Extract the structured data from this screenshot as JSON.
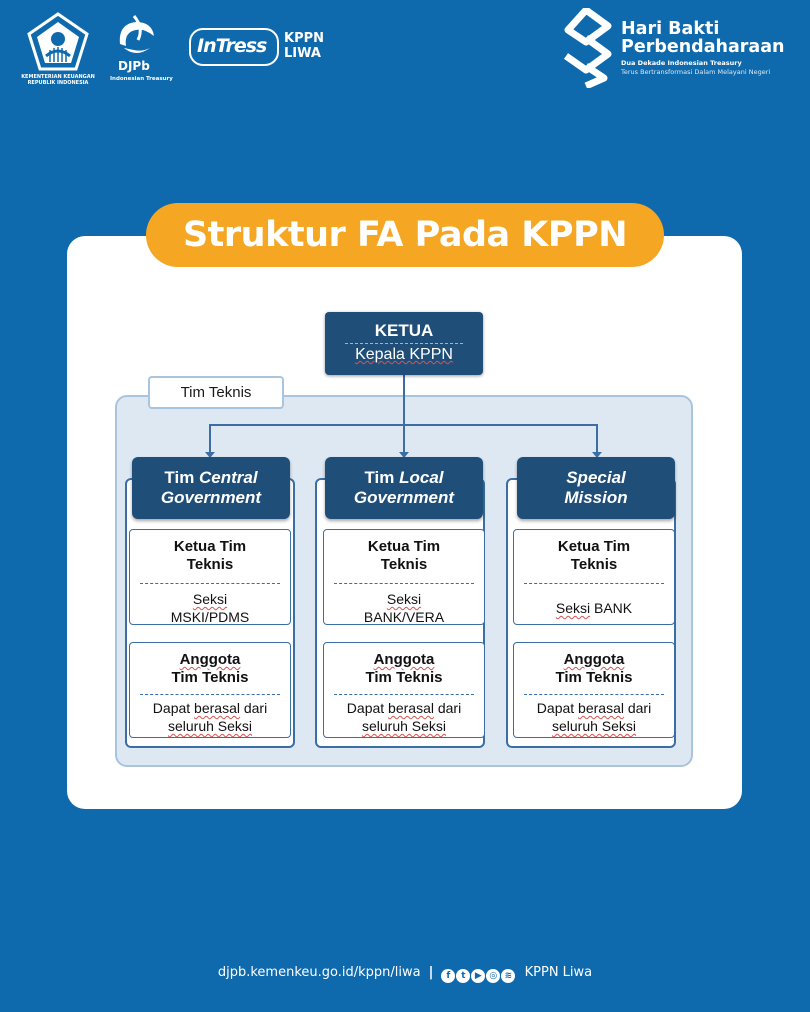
{
  "header": {
    "kemenkeu_text": "KEMENTERIAN KEUANGAN REPUBLIK INDONESIA",
    "djpb_name": "DJPb",
    "djpb_sub": "Indonesian Treasury",
    "intress_logo": "InTress",
    "kppn_label": "KPPN LIWA",
    "hbp_title": "Hari Bakti Perbendaharaan",
    "hbp_sub1": "Dua Dekade Indonesian Treasury",
    "hbp_sub2": "Terus Bertransformasi Dalam Melayani Negeri"
  },
  "title": "Struktur FA Pada KPPN",
  "diagram": {
    "ketua": {
      "title": "KETUA",
      "subtitle": "Kepala KPPN"
    },
    "team_label": "Tim Teknis",
    "columns": [
      {
        "head_plain": "Tim ",
        "head_italic": "Central Government",
        "ketua_title": "Ketua Tim Teknis",
        "ketua_body": "Seksi MSKI/PDMS",
        "anggota_title": "Anggota Tim Teknis",
        "anggota_body": "Dapat berasal dari seluruh Seksi"
      },
      {
        "head_plain": "Tim ",
        "head_italic": "Local Government",
        "ketua_title": "Ketua Tim Teknis",
        "ketua_body": "Seksi BANK/VERA",
        "anggota_title": "Anggota Tim Teknis",
        "anggota_body": "Dapat berasal dari seluruh Seksi"
      },
      {
        "head_plain": "",
        "head_italic": "Special Mission",
        "ketua_title": "Ketua Tim Teknis",
        "ketua_body": "Seksi BANK",
        "anggota_title": "Anggota Tim Teknis",
        "anggota_body": "Dapat berasal dari seluruh Seksi"
      }
    ]
  },
  "footer": {
    "website": "djpb.kemenkeu.go.id/kppn/liwa",
    "separator": "|",
    "social_icons": [
      "facebook-icon",
      "twitter-icon",
      "youtube-icon",
      "instagram-icon",
      "spotify-icon"
    ],
    "account": "KPPN Liwa"
  },
  "colors": {
    "background": "#0f6aad",
    "title_pill": "#f5a623",
    "box_dark": "#1f4e79",
    "region": "#dde8f3",
    "border": "#3b6ea5"
  }
}
